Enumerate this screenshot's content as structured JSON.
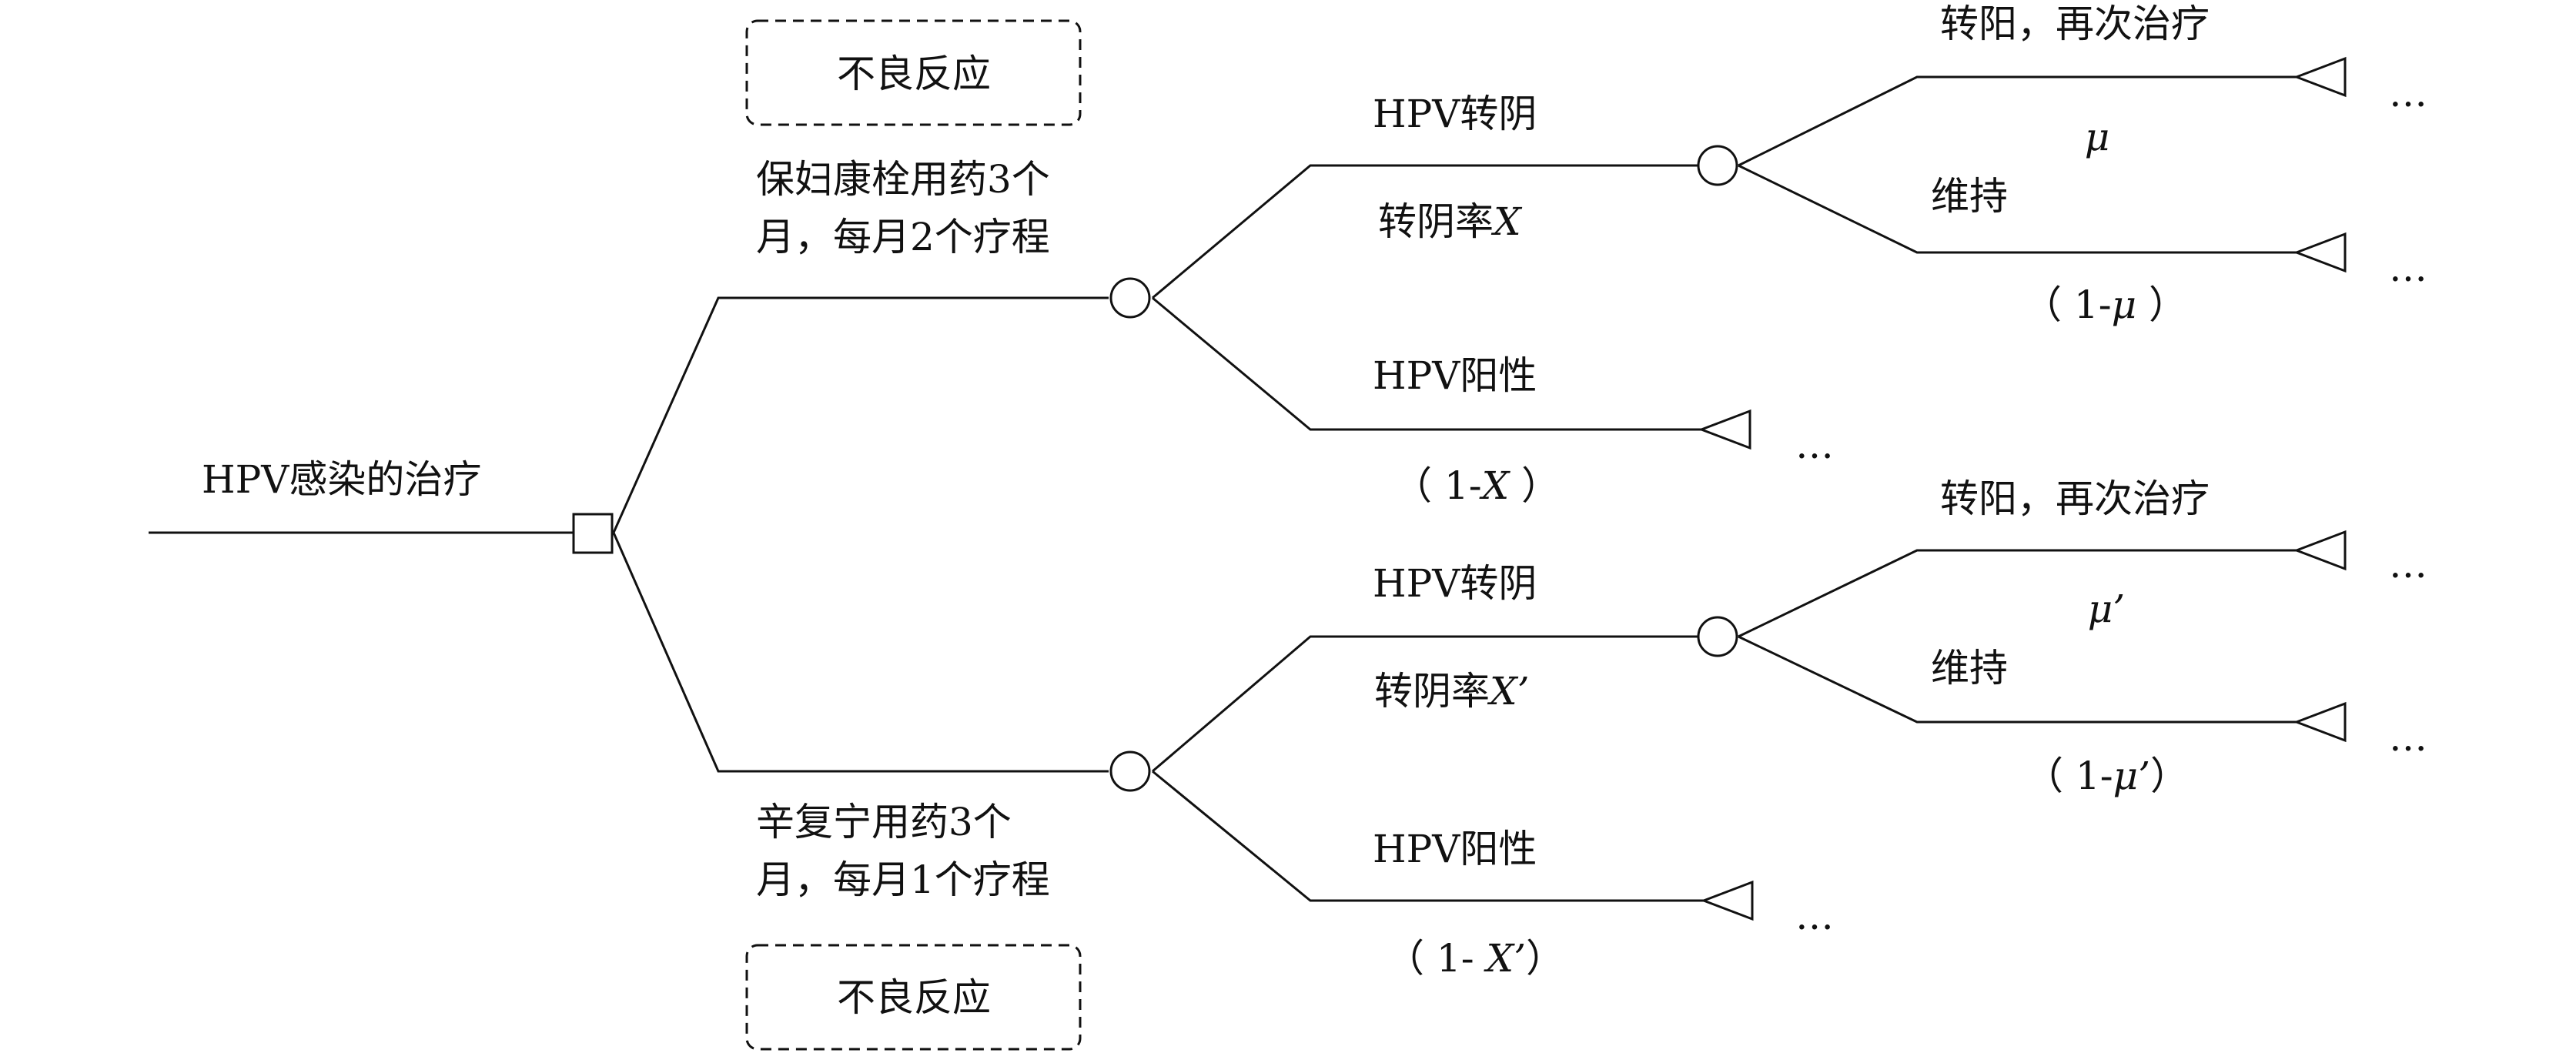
{
  "root": {
    "label": "HPV感染的治疗"
  },
  "branches": [
    {
      "adverse_box": "不良反应",
      "label_line1": "保妇康栓用药3个",
      "label_line2": "月，每月2个疗程",
      "negative": {
        "label": "HPV转阴",
        "prob_prefix": "转阴率",
        "prob_var": "X",
        "outcomes": [
          {
            "label": "转阳，再次治疗",
            "prob": "μ",
            "end": "…"
          },
          {
            "label": "维持",
            "prob_open": "（ 1-",
            "prob_var": "μ",
            "prob_close": " ）",
            "end": "…"
          }
        ]
      },
      "positive": {
        "label": "HPV阳性",
        "prob_open": "（ 1-",
        "prob_var": "X",
        "prob_close": " ）",
        "end": "…"
      }
    },
    {
      "adverse_box": "不良反应",
      "label_line1": "辛复宁用药3个",
      "label_line2": "月，每月1个疗程",
      "negative": {
        "label": "HPV转阴",
        "prob_prefix": "转阴率",
        "prob_var": "X’",
        "outcomes": [
          {
            "label": "转阳，再次治疗",
            "prob": "μ’",
            "end": "…"
          },
          {
            "label": "维持",
            "prob_open": "（ 1-",
            "prob_var": "μ’",
            "prob_close": "）",
            "end": "…"
          }
        ]
      },
      "positive": {
        "label": "HPV阳性",
        "prob_open": "（ 1- ",
        "prob_var": "X’",
        "prob_close": "）",
        "end": "…"
      }
    }
  ]
}
